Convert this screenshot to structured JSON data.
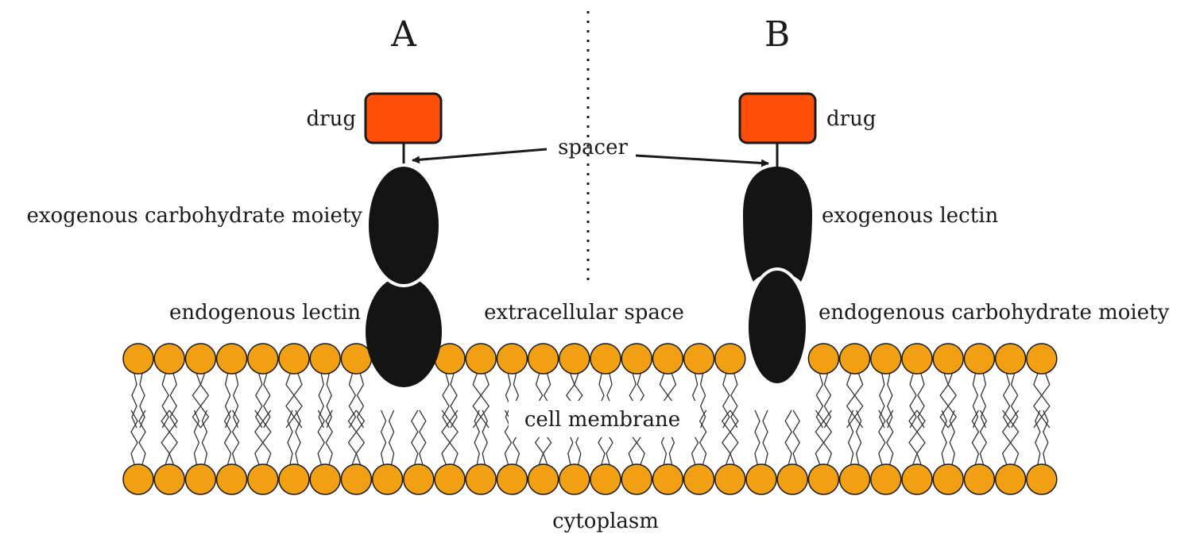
{
  "panels": {
    "a": {
      "letter": "A",
      "drug": "drug",
      "upper": "exogenous carbohydrate moiety",
      "lower": "endogenous lectin"
    },
    "b": {
      "letter": "B",
      "drug": "drug",
      "upper": "exogenous lectin",
      "lower": "endogenous carbohydrate moiety"
    }
  },
  "labels": {
    "spacer": "spacer",
    "extracellular": "extracellular space",
    "membrane": "cell membrane",
    "cytoplasm": "cytoplasm"
  },
  "colors": {
    "drug": "#ff4d0a",
    "lipid_head": "#f0a012",
    "molecule": "#141414",
    "outline": "#1a1a1a"
  }
}
